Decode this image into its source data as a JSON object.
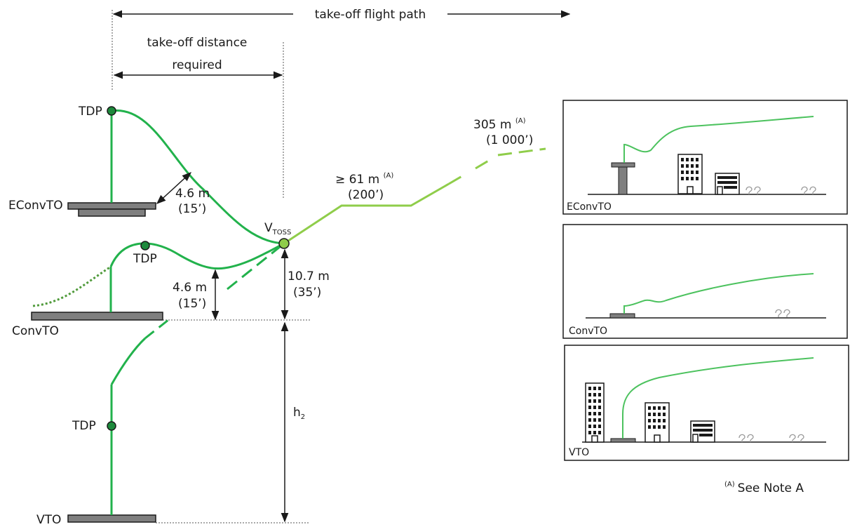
{
  "labels": {
    "flight_path": "take-off flight path",
    "distance_line1": "take-off distance",
    "distance_line2": "required",
    "tdp": "TDP",
    "vtoss_main": "V",
    "vtoss_sub": "TOSS",
    "h2_main": "h",
    "h2_sub": "2",
    "note": "See Note A",
    "note_sup": "(A)"
  },
  "dimensions": {
    "econv_clear_m": "4.6 m",
    "econv_clear_ft": "(15’)",
    "conv_clear_m": "4.6 m",
    "conv_clear_ft": "(15’)",
    "vtoss_height_m": "10.7 m",
    "vtoss_height_ft": "(35’)",
    "level_height_m": "≥ 61 m",
    "level_height_ft": "(200’)",
    "final_height_m": "305 m",
    "final_height_ft": "(1 000’)",
    "note_ref": "(A)"
  },
  "procedures": {
    "econvto": "EConvTO",
    "convto": "ConvTO",
    "vto": "VTO"
  },
  "insets": [
    {
      "label": "EConvTO"
    },
    {
      "label": "ConvTO"
    },
    {
      "label": "VTO"
    }
  ],
  "colors": {
    "path_dark_green": "#22b24c",
    "path_light_green": "#8fcd4a",
    "pad_gray": "#7f7f7f"
  }
}
